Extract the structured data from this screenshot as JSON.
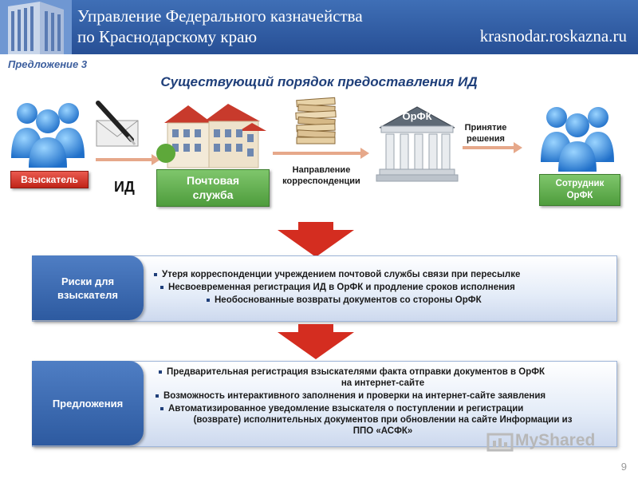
{
  "header": {
    "title_line1": "Управление Федерального казначейства",
    "title_line2": "по Краснодарскому краю",
    "site": "krasnodar.roskazna.ru"
  },
  "proposal_label": "Предложение 3",
  "main_title": "Существующий порядок предоставления ИД",
  "flow": {
    "claimant": "Взыскатель",
    "id_label": "ИД",
    "postal_line1": "Почтовая",
    "postal_line2": "служба",
    "direction_line1": "Направление",
    "direction_line2": "корреспонденции",
    "orfk": "ОрФК",
    "decision_line1": "Принятие",
    "decision_line2": "решения",
    "employee_line1": "Сотрудник",
    "employee_line2": "ОрФК"
  },
  "risks": {
    "tab_line1": "Риски для",
    "tab_line2": "взыскателя",
    "items": [
      "Утеря корреспонденции учреждением почтовой службы связи при пересылке",
      "Несвоевременная регистрация ИД в ОрФК и продление сроков исполнения",
      "Необоснованные возвраты документов со стороны ОрФК"
    ]
  },
  "proposals": {
    "tab": "Предложения",
    "item1_line1": "Предварительная регистрация взыскателями факта отправки документов в ОрФК",
    "item1_line2": "на интернет-сайте",
    "item2": "Возможность интерактивного заполнения и проверки на интернет-сайте заявления",
    "item3_line1": "Автоматизированное уведомление взыскателя о поступлении и регистрации",
    "item3_line2": "(возврате) исполнительных документов при обновлении на сайте Информации из",
    "item3_line3": "ППО «АСФК»"
  },
  "watermark": "MyShared",
  "page_number": "9",
  "colors": {
    "header_blue": "#2f5ca3",
    "green_box": "#5aaa46",
    "red_box": "#d0362a",
    "tab_blue": "#3a69b2",
    "arrow_red": "#d42d20"
  }
}
